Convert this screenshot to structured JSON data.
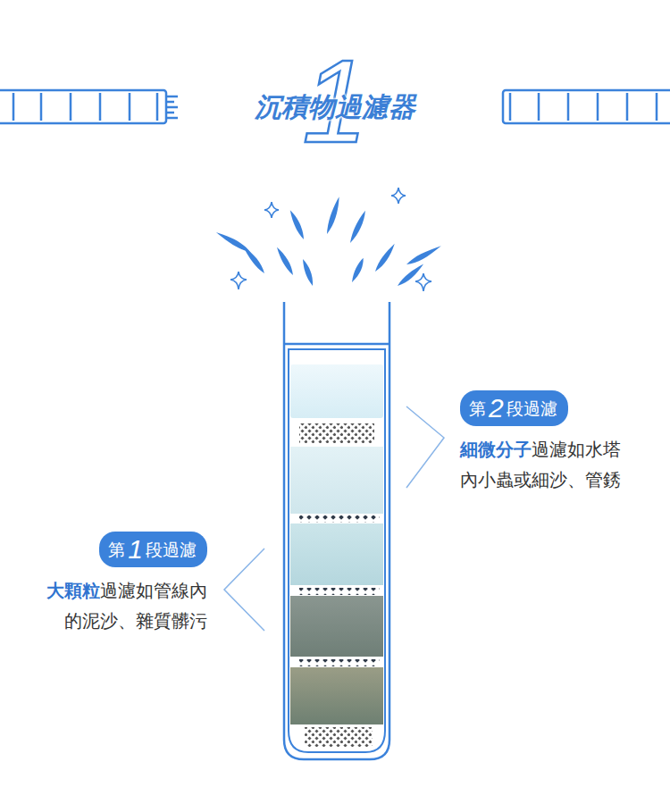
{
  "diagram": {
    "title": "沉積物過濾器",
    "nodes": [
      {
        "text": [
          "第2段過濾",
          "細微分子",
          "過濾如水塔內小蟲或細沙、管銹"
        ]
      },
      {
        "text": [
          "第1段過濾",
          "大顆粒",
          "過濾如管線內的泥沙、雜質髒污"
        ]
      }
    ],
    "labels": [
      "1"
    ]
  }
}
